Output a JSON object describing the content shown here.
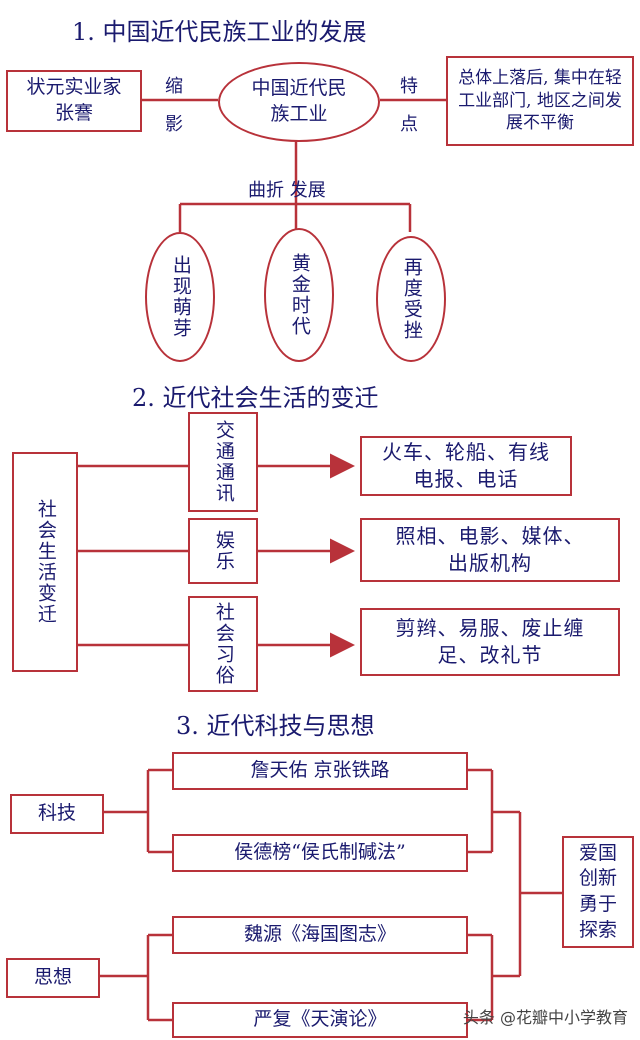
{
  "section1": {
    "title": "1. 中国近代民族工业的发展",
    "center": "中国近代民族工业",
    "left_box": "状元实业家张謇",
    "left_label_top": "缩",
    "left_label_bottom": "影",
    "right_label_top": "特",
    "right_label_bottom": "点",
    "right_box": "总体上落后, 集中在轻工业部门, 地区之间发展不平衡",
    "branch_label": "曲折 发展",
    "stages": [
      "出现萌芽",
      "黄金时代",
      "再度受挫"
    ]
  },
  "section2": {
    "title": "2. 近代社会生活的变迁",
    "root": "社会生活变迁",
    "items": [
      {
        "category": "交通通讯",
        "result": "火车、轮船、有线电报、电话"
      },
      {
        "category": "娱乐",
        "result": "照相、电影、媒体、出版机构"
      },
      {
        "category": "社会习俗",
        "result": "剪辫、易服、废止缠足、改礼节"
      }
    ]
  },
  "section3": {
    "title": "3. 近代科技与思想",
    "tech": "科技",
    "thought": "思想",
    "tech_items": [
      "詹天佑 京张铁路",
      "侯德榜“侯氏制碱法”"
    ],
    "thought_items": [
      "魏源《海国图志》",
      "严复《天演论》"
    ],
    "spirit": "爱国创新勇于探索"
  },
  "watermark": "头条 @花瓣中小学教育",
  "colors": {
    "line": "#b8323a",
    "text": "#1a1a6e"
  }
}
